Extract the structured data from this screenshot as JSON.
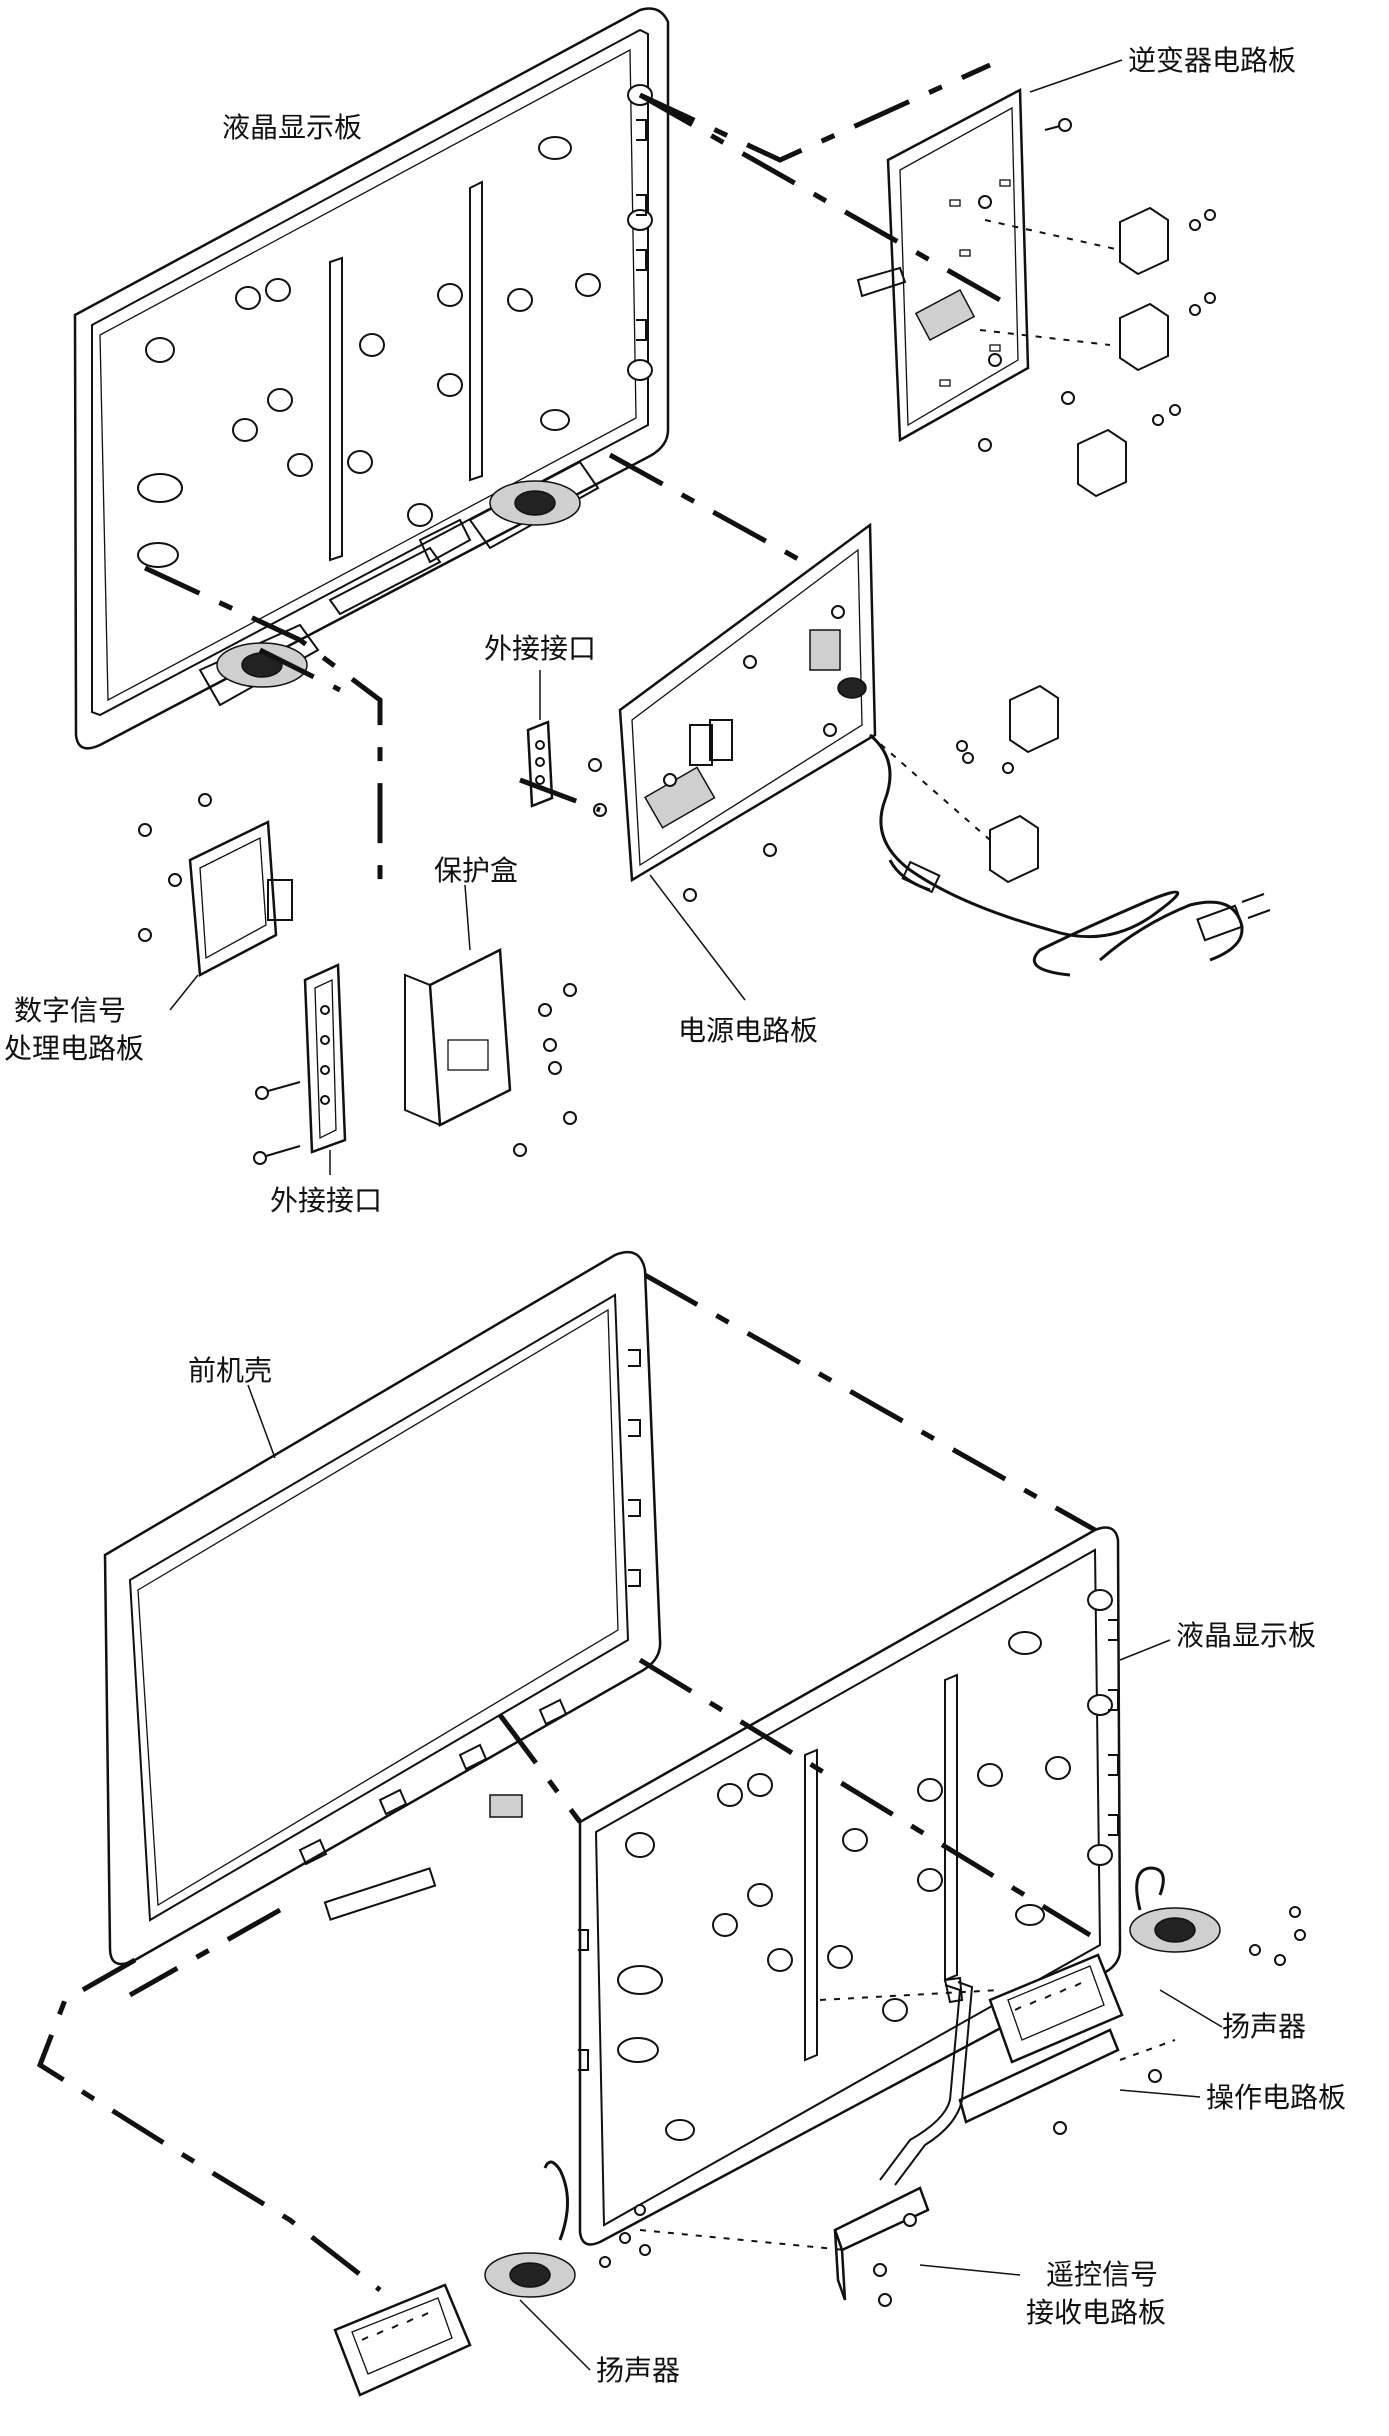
{
  "diagram": {
    "labels": {
      "lcd_panel_top": "液晶显示板",
      "inverter_board": "逆变器电路板",
      "external_port_top": "外接接口",
      "protection_box": "保护盒",
      "digital_board_line1": "数字信号",
      "digital_board_line2": "处理电路板",
      "power_board": "电源电路板",
      "external_port_bottom": "外接接口",
      "front_case": "前机壳",
      "lcd_panel_bottom": "液晶显示板",
      "speaker_right": "扬声器",
      "operation_board": "操作电路板",
      "remote_board_line1": "遥控信号",
      "remote_board_line2": "接收电路板",
      "speaker_left": "扬声器"
    }
  }
}
